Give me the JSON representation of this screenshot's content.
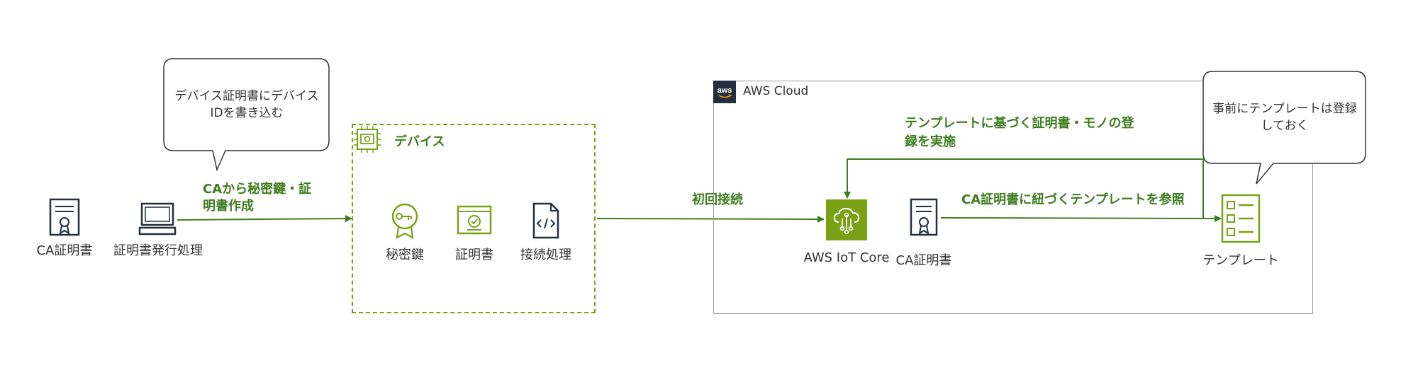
{
  "colors": {
    "green": "#3f7d20",
    "accent_green": "#7aa116",
    "dark": "#232f3e",
    "border_gray": "#999999"
  },
  "left": {
    "ca_cert_label": "CA証明書",
    "issuer_label": "証明書発行処理",
    "bubble_text_line1": "デバイス証明書にデバイス",
    "bubble_text_line2": "IDを書き込む",
    "arrow_label_line1": "CAから秘密鍵・証",
    "arrow_label_line2": "明書作成"
  },
  "device": {
    "title": "デバイス",
    "items": [
      {
        "label": "秘密鍵",
        "icon": "private-key-icon"
      },
      {
        "label": "証明書",
        "icon": "certificate-icon"
      },
      {
        "label": "接続処理",
        "icon": "code-file-icon"
      }
    ]
  },
  "connection_label": "初回接続",
  "cloud": {
    "title": "AWS Cloud",
    "logo_text": "aws",
    "top_arrow_line1": "テンプレートに基づく証明書・モノの登",
    "top_arrow_line2": "録を実施",
    "iot_core_label": "AWS IoT Core",
    "ca_cert_label": "CA証明書",
    "mid_arrow_label": "CA証明書に紐づくテンプレートを参照",
    "template_label": "テンプレート",
    "bubble_text_line1": "事前にテンプレートは登録",
    "bubble_text_line2": "しておく"
  }
}
